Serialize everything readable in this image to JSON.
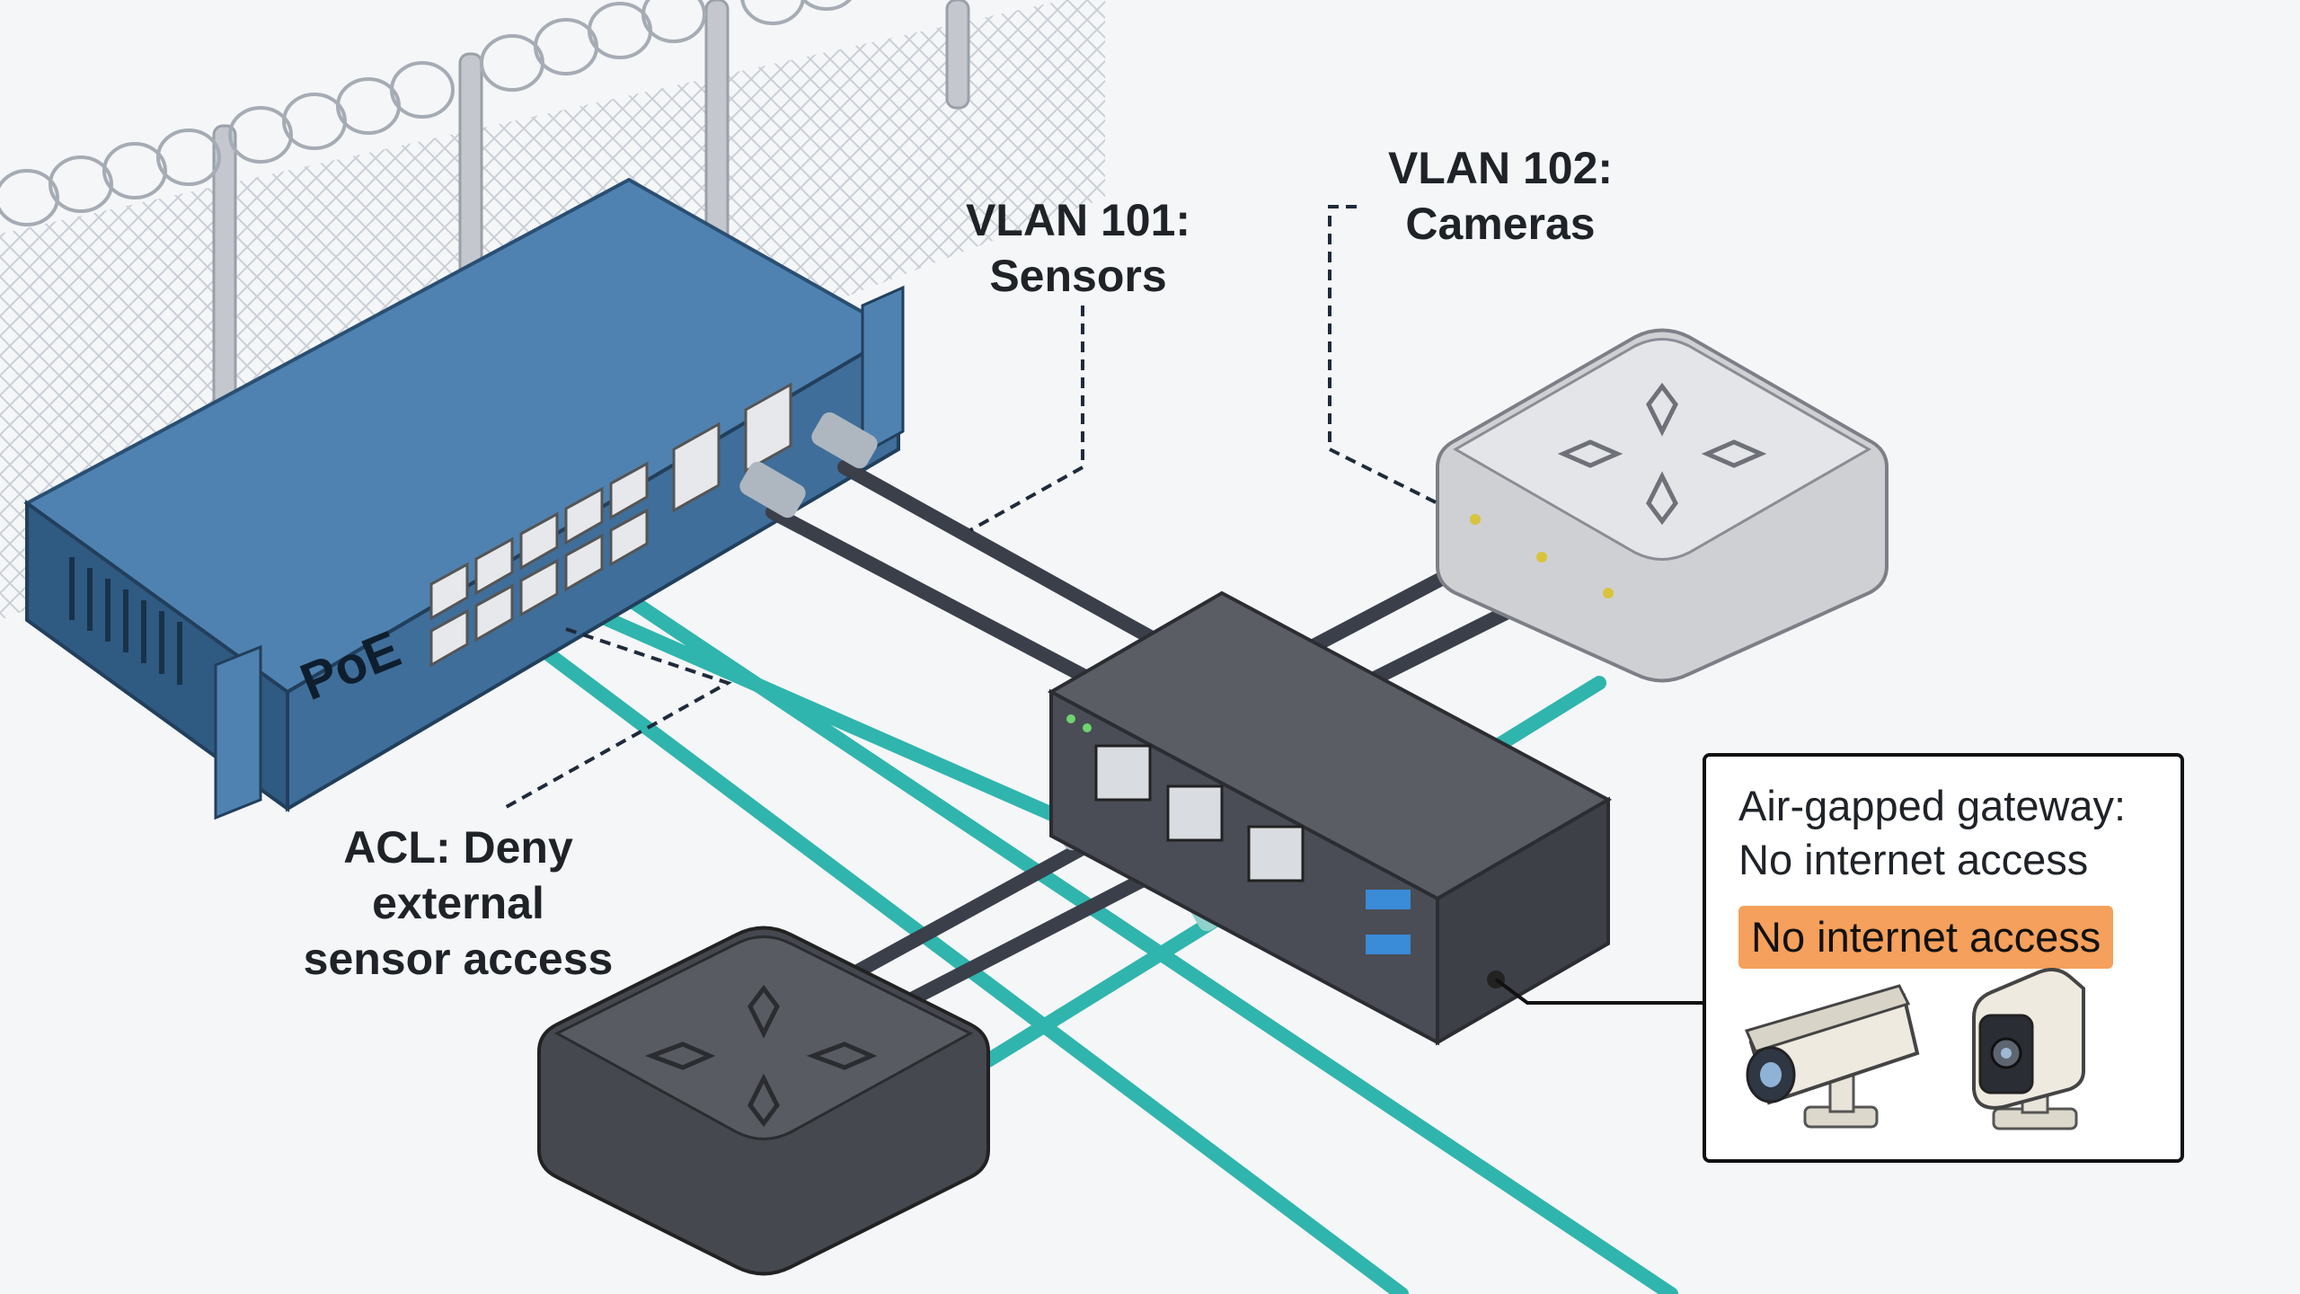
{
  "switch": {
    "label": "PoE"
  },
  "labels": {
    "vlan101": [
      "VLAN 101:",
      "Sensors"
    ],
    "vlan102": [
      "VLAN 102:",
      "Cameras"
    ],
    "acl": [
      "ACL: Deny",
      "external",
      "sensor access"
    ]
  },
  "gateway_card": {
    "line1": "Air-gapped gateway:",
    "line2": "No internet access",
    "badge": "No internet access"
  },
  "colors": {
    "switch_blue": "#3f6e9a",
    "cable_teal": "#2fb5ad",
    "cable_dark": "#3a3f4a",
    "gateway_dark": "#4a4d55",
    "sensor_hub_gray": "#cfd0d4",
    "badge_orange": "#f5a05c",
    "fence": "#b8bdc4"
  },
  "icons": [
    "security-camera-icon",
    "compact-camera-icon"
  ]
}
